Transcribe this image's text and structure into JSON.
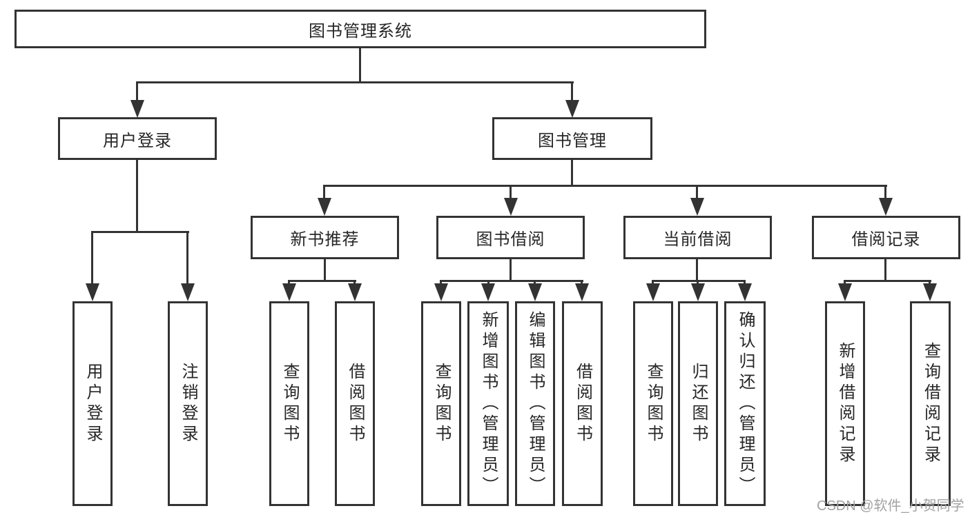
{
  "colors": {
    "line": "#333333",
    "box_border": "#333333",
    "text": "#262626",
    "watermark": "#a2a2a2",
    "background": "#ffffff"
  },
  "watermark": {
    "text": "CSDN @软件_小贺同学"
  },
  "tree": {
    "label": "图书管理系统",
    "children": [
      {
        "label": "用户登录",
        "children": [
          {
            "label": "用户登录"
          },
          {
            "label": "注销登录"
          }
        ]
      },
      {
        "label": "图书管理",
        "children": [
          {
            "label": "新书推荐",
            "children": [
              {
                "label": "查询图书"
              },
              {
                "label": "借阅图书"
              }
            ]
          },
          {
            "label": "图书借阅",
            "children": [
              {
                "label": "查询图书"
              },
              {
                "label": "新增图书（管理员）"
              },
              {
                "label": "编辑图书（管理员）"
              },
              {
                "label": "借阅图书"
              }
            ]
          },
          {
            "label": "当前借阅",
            "children": [
              {
                "label": "查询图书"
              },
              {
                "label": "归还图书"
              },
              {
                "label": "确认归还（管理员）"
              }
            ]
          },
          {
            "label": "借阅记录",
            "children": [
              {
                "label": "新增借阅记录"
              },
              {
                "label": "查询借阅记录"
              }
            ]
          }
        ]
      }
    ]
  }
}
